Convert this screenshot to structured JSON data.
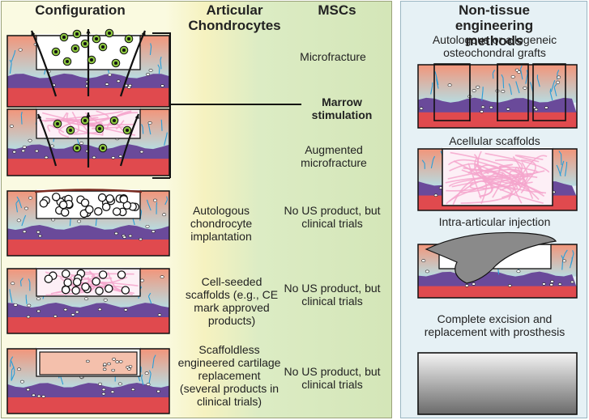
{
  "headers": {
    "configuration": "Configuration",
    "articular_chondrocytes": "Articular Chondrocytes",
    "mscs": "MSCs",
    "non_tissue_engineering": "Non-tissue engineering methods"
  },
  "rows": [
    {
      "id": "microfracture",
      "chondrocyte_label": "",
      "msc_label": "Microfracture"
    },
    {
      "id": "augmented-microfracture",
      "chondrocyte_label": "",
      "msc_label": "Augmented microfracture"
    },
    {
      "id": "aci",
      "chondrocyte_label": "Autologous chondrocyte implantation",
      "msc_label": "No US product, but clinical trials"
    },
    {
      "id": "cell-seeded",
      "chondrocyte_label": "Cell-seeded scaffolds (e.g., CE mark approved products)",
      "msc_label": "No US product, but clinical trials"
    },
    {
      "id": "scaffoldless",
      "chondrocyte_label": "Scaffoldless engineered cartilage replacement (several products in clinical trials)",
      "msc_label": "No US product, but clinical trials"
    }
  ],
  "group_label": "Marrow stimulation",
  "non_tissue_methods": [
    {
      "id": "osteochondral-grafts",
      "label": "Autologous or allogeneic osteochondral grafts"
    },
    {
      "id": "acellular-scaffolds",
      "label": "Acellular scaffolds"
    },
    {
      "id": "intra-articular-injection",
      "label": "Intra-articular injection"
    },
    {
      "id": "excision-prosthesis",
      "label": "Complete excision and replacement with prosthesis"
    }
  ],
  "colors": {
    "cartilage_top": "#f2957a",
    "cartilage_bottom": "#b8dbe0",
    "tidemark": "#6a4a9a",
    "bone": "#e04a4e",
    "vessel": "#2a9ed8",
    "scaffold_fiber": "#f4a6cc",
    "cell_green": "#8cc63f",
    "injection": "#8a8a8a"
  }
}
